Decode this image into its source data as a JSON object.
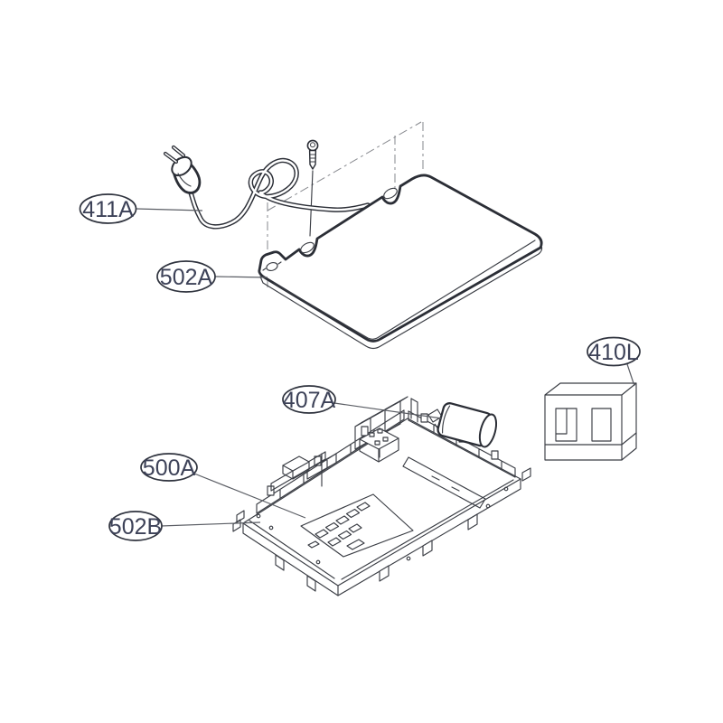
{
  "diagram": {
    "colors": {
      "bg": "#ffffff",
      "line": "#2b2e36",
      "line-thin": "#3a3d44",
      "dash": "#8b8d92",
      "leader": "#5a5d64",
      "label-ellipse": "#2f333e",
      "label-text": "#3d4258"
    },
    "parts": [
      {
        "label": "411A"
      },
      {
        "label": "502A"
      },
      {
        "label": "407A"
      },
      {
        "label": "410L"
      },
      {
        "label": "500A"
      },
      {
        "label": "502B"
      }
    ]
  }
}
